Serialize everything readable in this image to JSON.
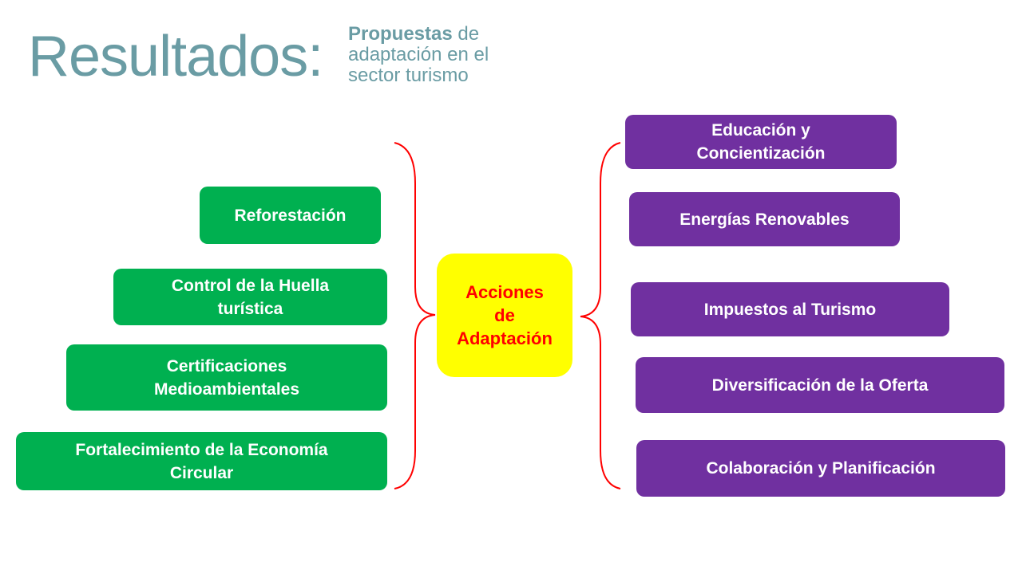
{
  "title": "Resultados:",
  "subtitle": {
    "bold": "Propuestas",
    "rest_line1": " de",
    "line2": "adaptación en el",
    "line3": "sector turismo"
  },
  "center": {
    "line1": "Acciones",
    "line2": "de",
    "line3": "Adaptación"
  },
  "left_items": [
    {
      "label": "Reforestación"
    },
    {
      "label": "Control de la Huella turística"
    },
    {
      "label": "Certificaciones Medioambientales"
    },
    {
      "label": "Fortalecimiento de la Economía Circular"
    }
  ],
  "right_items": [
    {
      "label": "Educación y Concientización"
    },
    {
      "label": "Energías Renovables"
    },
    {
      "label": "Impuestos al Turismo"
    },
    {
      "label": "Diversificación de la Oferta"
    },
    {
      "label": "Colaboración y Planificación"
    }
  ],
  "colors": {
    "title": "#6a9ca4",
    "left": "#00b050",
    "right": "#7030a0",
    "center": "#ffff00",
    "accent": "#ff0000"
  }
}
